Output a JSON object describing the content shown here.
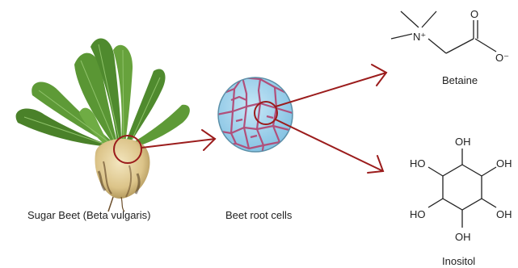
{
  "labels": {
    "beet": "Sugar Beet (Beta vulgaris)",
    "cells": "Beet root cells",
    "betaine": "Betaine",
    "inositol": "Inositol"
  },
  "betaine_atoms": {
    "nitrogen": "N⁺",
    "oxygen_double": "O",
    "oxygen_anion": "O⁻"
  },
  "inositol_atoms": {
    "oh_top": "OH",
    "ho_upper_left": "HO",
    "oh_upper_right": "OH",
    "ho_lower_left": "HO",
    "oh_lower_right": "OH",
    "oh_bottom": "OH"
  },
  "colors": {
    "arrow": "#9b1c1c",
    "cell_fill": "#a9d6ee",
    "cell_wall": "#b14f7a",
    "beet_leaf": "#4f8a2e",
    "beet_root": "#e6d29c"
  }
}
